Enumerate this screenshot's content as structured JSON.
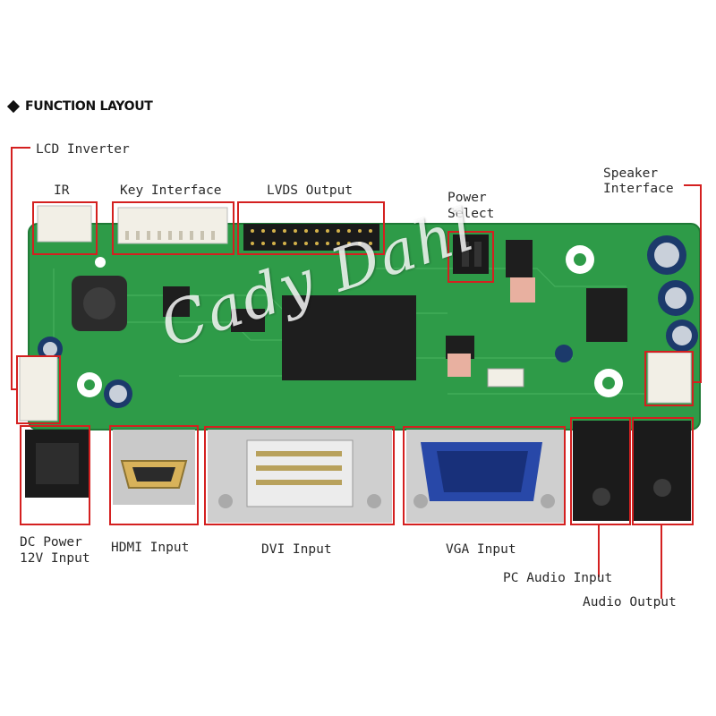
{
  "heading": "FUNCTION LAYOUT",
  "watermark": "Cady Dahl",
  "labels": {
    "lcd_inverter": "LCD Inverter",
    "ir": "IR",
    "key_interface": "Key Interface",
    "lvds_output": "LVDS Output",
    "power_select_1": "Power",
    "power_select_2": "Select",
    "speaker_interface_1": "Speaker",
    "speaker_interface_2": "Interface",
    "dc_power_1": "DC Power",
    "dc_power_2": "12V Input",
    "hdmi_input": "HDMI Input",
    "dvi_input": "DVI Input",
    "vga_input": "VGA Input",
    "pc_audio_input": "PC Audio Input",
    "audio_output": "Audio Output"
  },
  "colors": {
    "board": "#2e9b48",
    "board_dark": "#1f7a36",
    "annotation": "#d42020",
    "text": "#2a2a2a"
  }
}
